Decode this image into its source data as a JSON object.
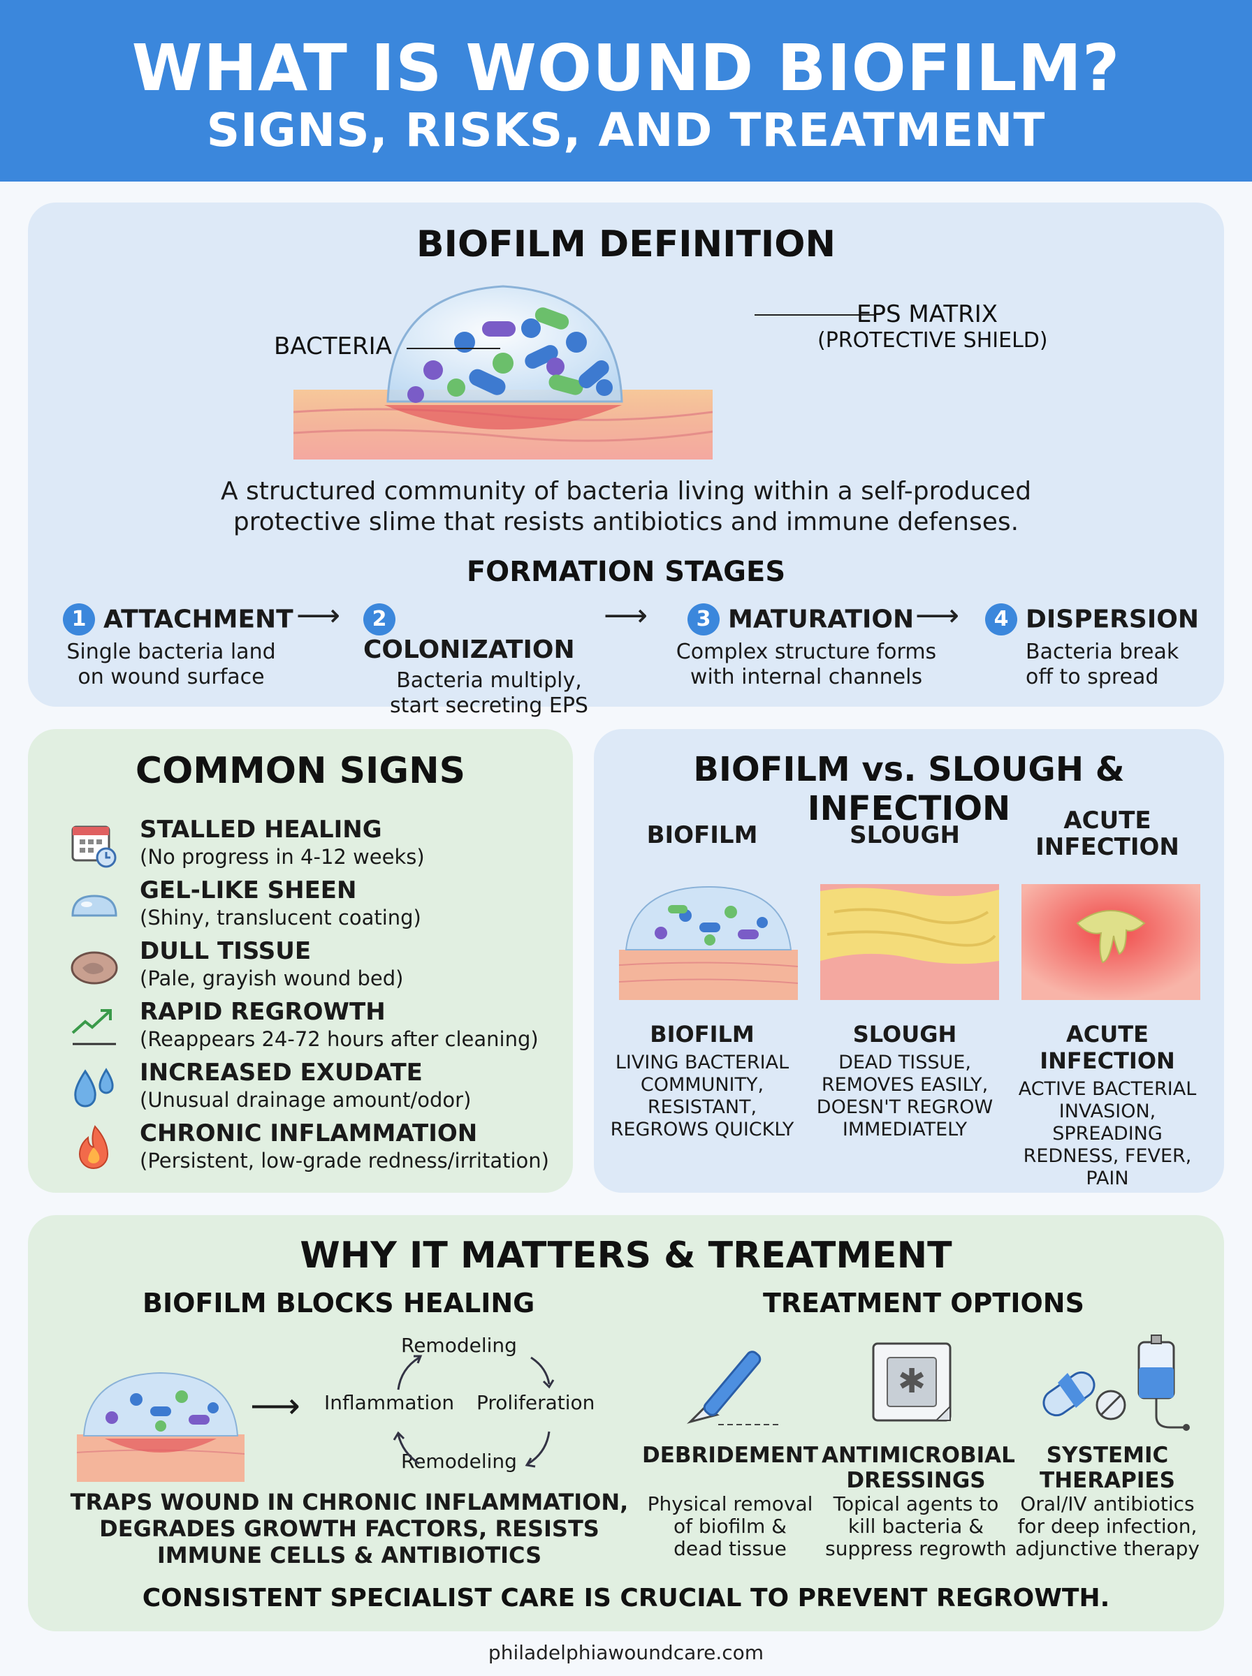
{
  "header": {
    "title": "WHAT IS WOUND BIOFILM?",
    "subtitle": "SIGNS, RISKS, AND TREATMENT"
  },
  "definition": {
    "heading": "BIOFILM DEFINITION",
    "label_bacteria": "BACTERIA",
    "label_eps": "EPS MATRIX",
    "label_eps_sub": "(PROTECTIVE SHIELD)",
    "description_line1": "A structured community of bacteria living within a self-produced",
    "description_line2": "protective slime that resists antibiotics and immune defenses.",
    "stages_heading": "FORMATION STAGES",
    "stages": [
      {
        "num": "1",
        "title": "ATTACHMENT",
        "desc1": "Single bacteria land",
        "desc2": "on wound surface"
      },
      {
        "num": "2",
        "title": "COLONIZATION",
        "desc1": "Bacteria multiply,",
        "desc2": "start secreting EPS"
      },
      {
        "num": "3",
        "title": "MATURATION",
        "desc1": "Complex structure forms",
        "desc2": "with internal channels"
      },
      {
        "num": "4",
        "title": "DISPERSION",
        "desc1": "Bacteria break",
        "desc2": "off to spread"
      }
    ]
  },
  "signs": {
    "heading": "COMMON SIGNS",
    "items": [
      {
        "title": "STALLED HEALING",
        "desc": "(No progress in 4-12 weeks)",
        "icon": "calendar-clock-icon"
      },
      {
        "title": "GEL-LIKE SHEEN",
        "desc": "(Shiny, translucent coating)",
        "icon": "gel-droplet-icon"
      },
      {
        "title": "DULL TISSUE",
        "desc": "(Pale, grayish wound bed)",
        "icon": "tissue-icon"
      },
      {
        "title": "RAPID REGROWTH",
        "desc": "(Reappears 24-72 hours after cleaning)",
        "icon": "trend-up-icon"
      },
      {
        "title": "INCREASED EXUDATE",
        "desc": "(Unusual drainage amount/odor)",
        "icon": "drops-icon"
      },
      {
        "title": "CHRONIC INFLAMMATION",
        "desc": "(Persistent, low-grade redness/irritation)",
        "icon": "flame-icon"
      }
    ]
  },
  "comparison": {
    "heading": "BIOFILM vs. SLOUGH & INFECTION",
    "columns": [
      {
        "head1": "BIOFILM",
        "head2": "",
        "name": "BIOFILM",
        "desc": [
          "LIVING BACTERIAL",
          "COMMUNITY,",
          "RESISTANT,",
          "REGROWS QUICKLY"
        ]
      },
      {
        "head1": "SLOUGH",
        "head2": "",
        "name": "SLOUGH",
        "desc": [
          "DEAD TISSUE,",
          "REMOVES EASILY,",
          "DOESN'T REGROW",
          "IMMEDIATELY"
        ]
      },
      {
        "head1": "ACUTE",
        "head2": "INFECTION",
        "name": "ACUTE INFECTION",
        "desc": [
          "ACTIVE BACTERIAL",
          "INVASION,",
          "SPREADING",
          "REDNESS, FEVER,",
          "PAIN"
        ]
      }
    ]
  },
  "why": {
    "heading": "WHY IT MATTERS & TREATMENT",
    "blocks_heading": "BIOFILM BLOCKS HEALING",
    "cycle": {
      "top": "Remodeling",
      "left": "Inflammation",
      "right": "Proliferation",
      "bottom": "Remodeling"
    },
    "blocks_desc": [
      "TRAPS WOUND IN CHRONIC INFLAMMATION,",
      "DEGRADES GROWTH FACTORS, RESISTS",
      "IMMUNE CELLS & ANTIBIOTICS"
    ],
    "treatment_heading": "TREATMENT OPTIONS",
    "treatments": [
      {
        "title": [
          "DEBRIDEMENT"
        ],
        "desc": [
          "Physical removal",
          "of biofilm &",
          "dead tissue"
        ],
        "icon": "scalpel-icon"
      },
      {
        "title": [
          "ANTIMICROBIAL",
          "DRESSINGS"
        ],
        "desc": [
          "Topical agents to",
          "kill bacteria &",
          "suppress regrowth"
        ],
        "icon": "dressing-icon"
      },
      {
        "title": [
          "SYSTEMIC",
          "THERAPIES"
        ],
        "desc": [
          "Oral/IV antibiotics",
          "for deep infection,",
          "adjunctive therapy"
        ],
        "icon": "pill-iv-icon"
      }
    ],
    "closing": "CONSISTENT SPECIALIST CARE IS CRUCIAL TO PREVENT REGROWTH."
  },
  "footer": {
    "site": "philadelphiawoundcare.com"
  }
}
